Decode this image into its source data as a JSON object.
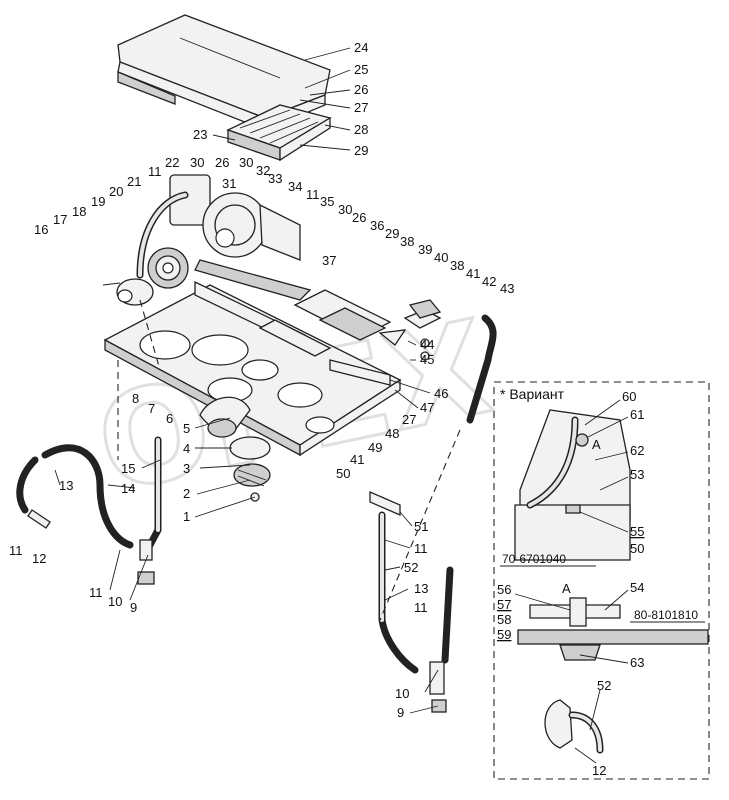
{
  "watermark": "OPEX",
  "variant": {
    "title": "* Вариант",
    "view_label": "А",
    "code_top": "70-6701040",
    "code_mid": "80-8101810"
  },
  "callouts": [
    {
      "id": "24",
      "text": "24"
    },
    {
      "id": "25",
      "text": "25"
    },
    {
      "id": "26a",
      "text": "26"
    },
    {
      "id": "27a",
      "text": "27"
    },
    {
      "id": "28",
      "text": "28"
    },
    {
      "id": "29a",
      "text": "29"
    },
    {
      "id": "23",
      "text": "23"
    },
    {
      "id": "22",
      "text": "22"
    },
    {
      "id": "30a",
      "text": "30"
    },
    {
      "id": "26b",
      "text": "26"
    },
    {
      "id": "30b",
      "text": "30"
    },
    {
      "id": "11a",
      "text": "11"
    },
    {
      "id": "31",
      "text": "31"
    },
    {
      "id": "32",
      "text": "32"
    },
    {
      "id": "33",
      "text": "33"
    },
    {
      "id": "34",
      "text": "34"
    },
    {
      "id": "11b",
      "text": "11"
    },
    {
      "id": "35",
      "text": "35"
    },
    {
      "id": "30c",
      "text": "30"
    },
    {
      "id": "26c",
      "text": "26"
    },
    {
      "id": "36",
      "text": "36"
    },
    {
      "id": "29b",
      "text": "29"
    },
    {
      "id": "38a",
      "text": "38"
    },
    {
      "id": "39",
      "text": "39"
    },
    {
      "id": "40",
      "text": "40"
    },
    {
      "id": "38b",
      "text": "38"
    },
    {
      "id": "41a",
      "text": "41"
    },
    {
      "id": "42",
      "text": "42"
    },
    {
      "id": "43",
      "text": "43"
    },
    {
      "id": "37",
      "text": "37"
    },
    {
      "id": "21",
      "text": "21"
    },
    {
      "id": "20",
      "text": "20"
    },
    {
      "id": "19",
      "text": "19"
    },
    {
      "id": "18",
      "text": "18"
    },
    {
      "id": "17",
      "text": "17"
    },
    {
      "id": "16",
      "text": "16"
    },
    {
      "id": "44",
      "text": "44"
    },
    {
      "id": "45",
      "text": "45"
    },
    {
      "id": "46",
      "text": "46"
    },
    {
      "id": "47",
      "text": "47"
    },
    {
      "id": "27b",
      "text": "27"
    },
    {
      "id": "48",
      "text": "48"
    },
    {
      "id": "49",
      "text": "49"
    },
    {
      "id": "41b",
      "text": "41"
    },
    {
      "id": "50a",
      "text": "50"
    },
    {
      "id": "8",
      "text": "8"
    },
    {
      "id": "7",
      "text": "7"
    },
    {
      "id": "6",
      "text": "6"
    },
    {
      "id": "5",
      "text": "5"
    },
    {
      "id": "4",
      "text": "4"
    },
    {
      "id": "3",
      "text": "3"
    },
    {
      "id": "2",
      "text": "2"
    },
    {
      "id": "1",
      "text": "1"
    },
    {
      "id": "15",
      "text": "15"
    },
    {
      "id": "13a",
      "text": "13"
    },
    {
      "id": "14",
      "text": "14"
    },
    {
      "id": "11c",
      "text": "11"
    },
    {
      "id": "12a",
      "text": "12"
    },
    {
      "id": "11d",
      "text": "11"
    },
    {
      "id": "10a",
      "text": "10"
    },
    {
      "id": "9a",
      "text": "9"
    },
    {
      "id": "51",
      "text": "51"
    },
    {
      "id": "11e",
      "text": "11"
    },
    {
      "id": "52a",
      "text": "52"
    },
    {
      "id": "13b",
      "text": "13"
    },
    {
      "id": "11f",
      "text": "11"
    },
    {
      "id": "10b",
      "text": "10"
    },
    {
      "id": "9b",
      "text": "9"
    },
    {
      "id": "60",
      "text": "60"
    },
    {
      "id": "61",
      "text": "61"
    },
    {
      "id": "62",
      "text": "62"
    },
    {
      "id": "53",
      "text": "53"
    },
    {
      "id": "55",
      "text": "55"
    },
    {
      "id": "50b",
      "text": "50"
    },
    {
      "id": "56",
      "text": "56"
    },
    {
      "id": "57",
      "text": "57"
    },
    {
      "id": "58",
      "text": "58"
    },
    {
      "id": "59",
      "text": "59"
    },
    {
      "id": "54",
      "text": "54"
    },
    {
      "id": "63",
      "text": "63"
    },
    {
      "id": "52b",
      "text": "52"
    },
    {
      "id": "12b",
      "text": "12"
    }
  ]
}
